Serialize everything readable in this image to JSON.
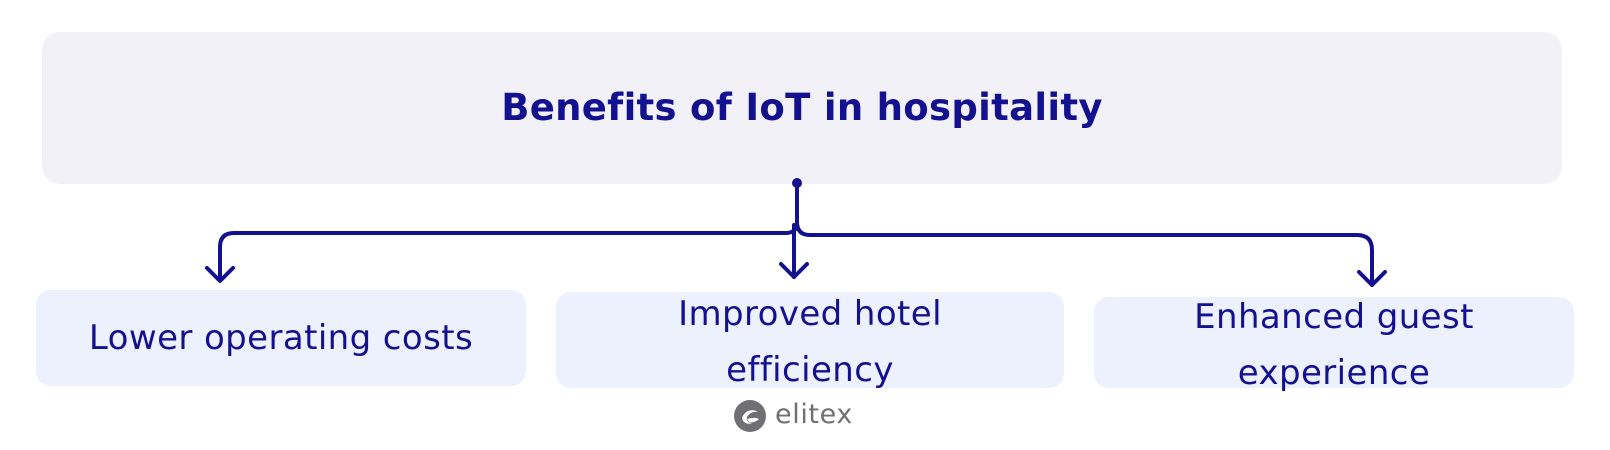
{
  "header": {
    "title": "Benefits of IoT in hospitality"
  },
  "nodes": [
    {
      "label": "Lower operating costs"
    },
    {
      "label": "Improved hotel efficiency"
    },
    {
      "label": "Enhanced guest experience"
    }
  ],
  "watermark": {
    "text": "elitex"
  },
  "colors": {
    "accent": "#14118f",
    "header_bg": "#f2f1f8",
    "node_bg": "#edf0fd",
    "watermark": "#6f6f74"
  },
  "icons": {
    "connector": "branching-arrow-connector",
    "logo": "elitex-logo-icon"
  }
}
